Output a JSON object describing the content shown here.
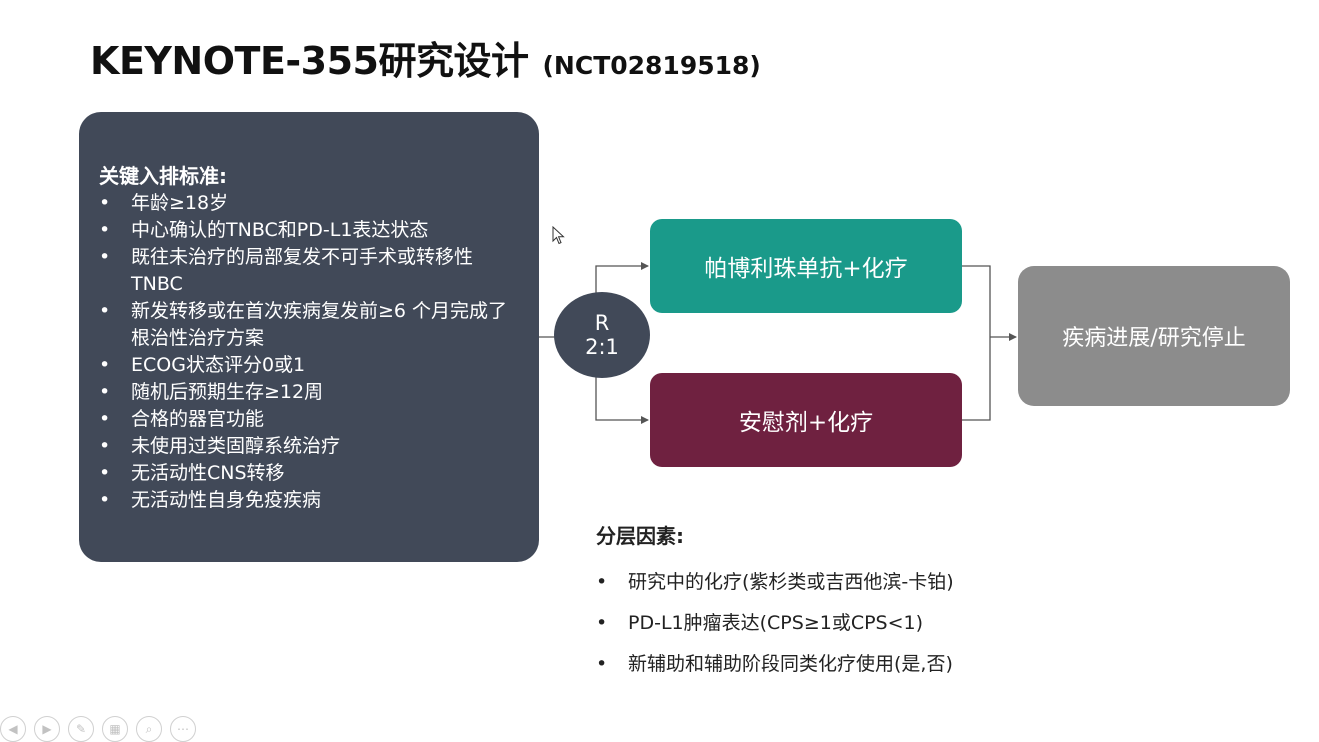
{
  "title": {
    "main": "KEYNOTE-355研究设计",
    "sub": "(NCT02819518)"
  },
  "criteria": {
    "heading": "关键入排标准:",
    "bullet": "•",
    "items": [
      "年龄≥18岁",
      "中心确认的TNBC和PD-L1表达状态",
      "既往未治疗的局部复发不可手术或转移性TNBC",
      "新发转移或在首次疾病复发前≥6 个月完成了根治性治疗方案",
      "ECOG状态评分0或1",
      "随机后预期生存≥12周",
      "合格的器官功能",
      "未使用过类固醇系统治疗",
      "无活动性CNS转移",
      "无活动性自身免疫疾病"
    ]
  },
  "randomization": {
    "line1": "R",
    "line2": "2:1"
  },
  "arms": [
    {
      "label": "帕博利珠单抗+化疗",
      "color": "#1a9a8a"
    },
    {
      "label": "安慰剂+化疗",
      "color": "#6f2140"
    }
  ],
  "endpoint": {
    "label": "疾病进展/研究停止",
    "color": "#8c8c8c"
  },
  "stratification": {
    "heading": "分层因素:",
    "bullet": "•",
    "items": [
      "研究中的化疗(紫杉类或吉西他滨-卡铂)",
      "PD-L1肿瘤表达(CPS≥1或CPS<1)",
      "新辅助和辅助阶段同类化疗使用(是,否)"
    ]
  },
  "colors": {
    "box_dark": "#414958",
    "connector": "#555555"
  },
  "player_controls": [
    "prev-icon",
    "play-icon",
    "pen-icon",
    "slides-icon",
    "zoom-icon",
    "more-icon"
  ]
}
